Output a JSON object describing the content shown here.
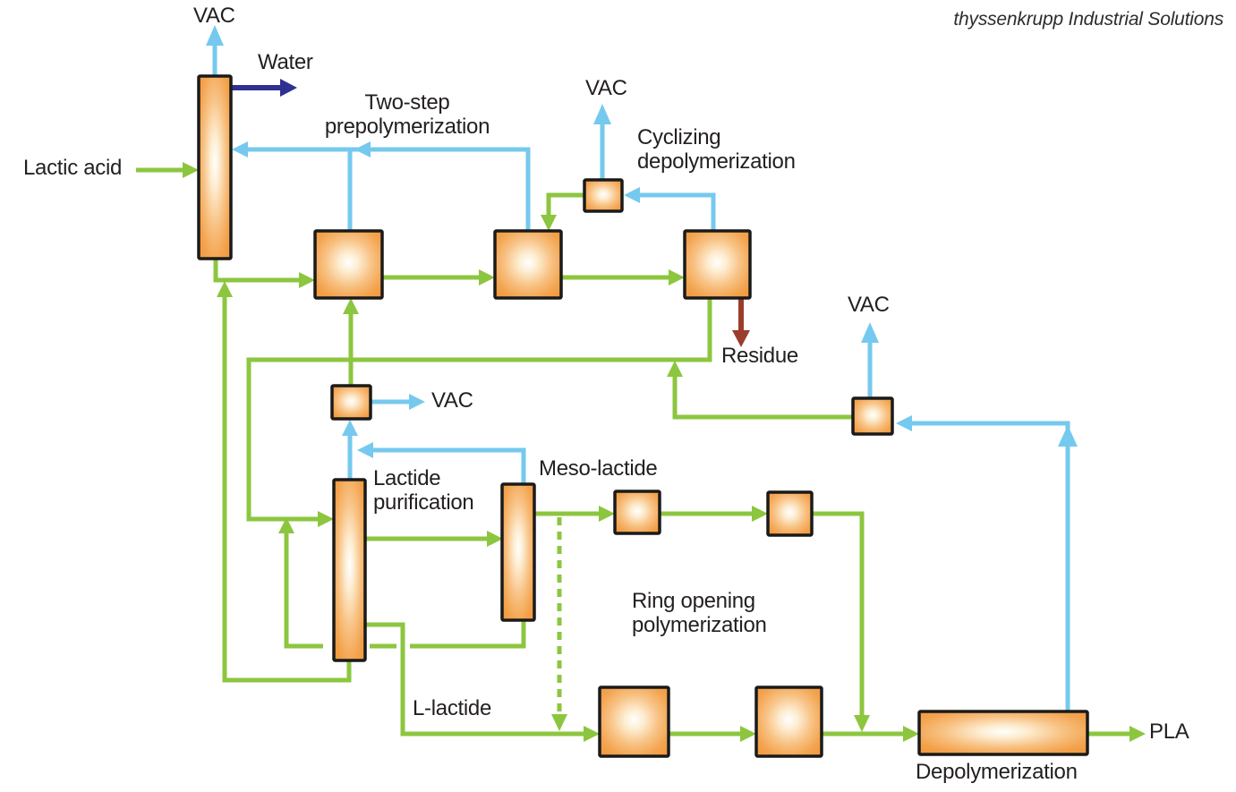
{
  "branding": {
    "logo_text": "thyssenkrupp Industrial Solutions"
  },
  "labels": {
    "vac_top": "VAC",
    "water": "Water",
    "lactic_acid": "Lactic acid",
    "two_step_prepolymerization": "Two-step\nprepolymerization",
    "vac_cyclizing": "VAC",
    "cyclizing_depolymerization": "Cyclizing\ndepolymerization",
    "residue": "Residue",
    "vac_lactide_condenser": "VAC",
    "vac_final_condenser": "VAC",
    "lactide_purification": "Lactide\npurification",
    "meso_lactide": "Meso-lactide",
    "ring_opening_polymerization": "Ring opening\npolymerization",
    "l_lactide": "L-lactide",
    "depolymerization": "Depolymerization",
    "pla": "PLA"
  },
  "colors": {
    "process_stream_green": "#8CC63F",
    "vapor_stream_blue": "#76C9EE",
    "water_stream_navy": "#2E3192",
    "residue_stream_brown": "#9B3D2B",
    "vessel_orange": "#F19C42",
    "vessel_outline": "#1A1A1A",
    "text": "#231F20"
  }
}
